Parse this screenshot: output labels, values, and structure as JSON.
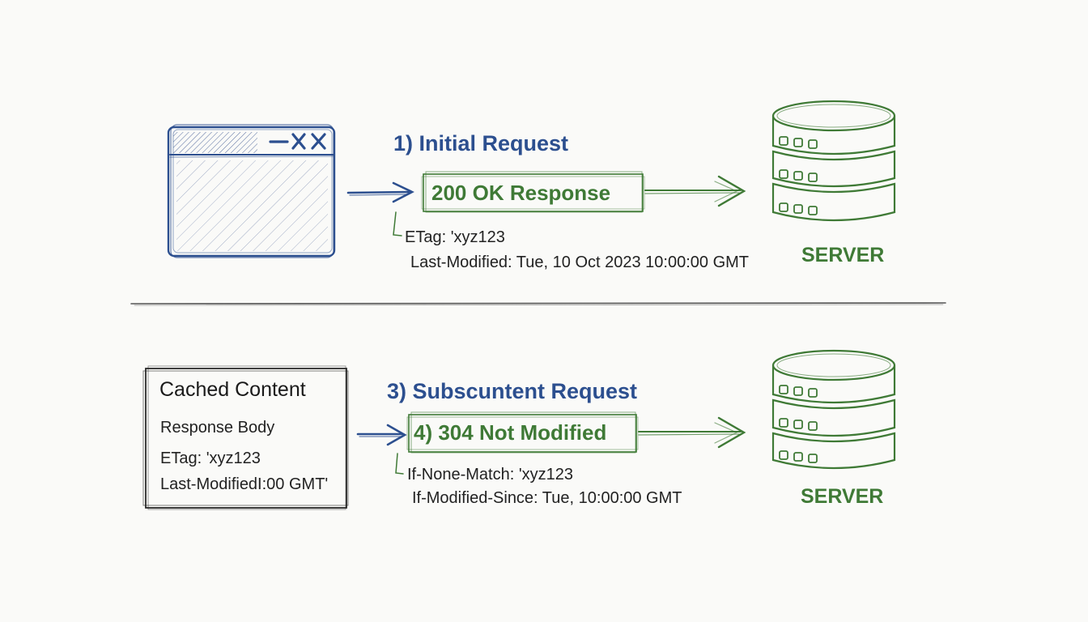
{
  "colors": {
    "blue": "#2c4f8f",
    "green": "#3f7a36",
    "ink": "#2a2a2a",
    "divider": "#555555"
  },
  "top_flow": {
    "step_title": "1) Initial Request",
    "response_label": "200 OK Response",
    "header_lines": [
      "ETag: 'xyz123",
      "Last-Modified: Tue, 10 Oct 2023 10:00:00 GMT"
    ],
    "server_label": "SERVER",
    "client_icon": "browser-window-icon",
    "server_icon": "database-server-icon"
  },
  "bottom_flow": {
    "step_title": "3) Subscuntent Request",
    "response_label": "4) 304 Not Modified",
    "header_lines": [
      "If-None-Match: 'xyz123",
      "If-Modified-Since: Tue, 10:00:00 GMT"
    ],
    "server_label": "SERVER",
    "server_icon": "database-server-icon",
    "cache_box": {
      "title": "Cached Content",
      "lines": [
        "Response Body",
        "ETag: 'xyz123",
        "Last-ModifiedI:00 GMT'"
      ]
    }
  }
}
